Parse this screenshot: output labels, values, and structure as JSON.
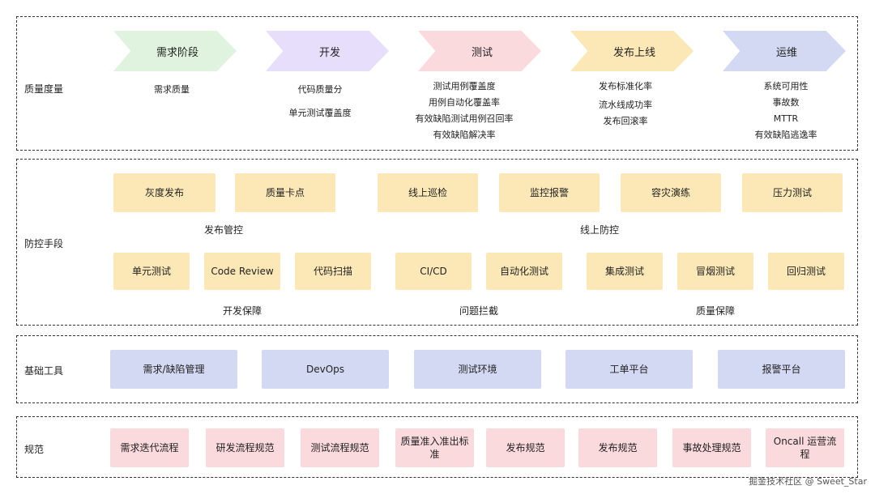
{
  "sections": {
    "quality": "质量度量",
    "prevention": "防控手段",
    "tools": "基础工具",
    "standards": "规范"
  },
  "colors": {
    "green": "#dff3df",
    "purple": "#e6defa",
    "pink": "#fbdade",
    "yellow": "#fbe8b6",
    "blue": "#d3d9f2"
  },
  "stages": [
    {
      "label": "需求阶段",
      "metrics": [
        "需求质量"
      ]
    },
    {
      "label": "开发",
      "metrics": [
        "代码质量分",
        "单元测试覆盖度"
      ]
    },
    {
      "label": "测试",
      "metrics": [
        "测试用例覆盖度",
        "用例自动化覆盖率",
        "有效缺陷测试用例召回率",
        "有效缺陷解决率"
      ]
    },
    {
      "label": "发布上线",
      "metrics": [
        "发布标准化率",
        "流水线成功率",
        "发布回滚率"
      ]
    },
    {
      "label": "运维",
      "metrics": [
        "系统可用性",
        "事故数",
        "MTTR",
        "有效缺陷逃逸率"
      ]
    }
  ],
  "prevention": {
    "row1": [
      "灰度发布",
      "质量卡点",
      "线上巡检",
      "监控报警",
      "容灾演练",
      "压力测试"
    ],
    "row1_groups": [
      "发布管控",
      "线上防控"
    ],
    "row2": [
      "单元测试",
      "Code Review",
      "代码扫描",
      "CI/CD",
      "自动化测试",
      "集成测试",
      "冒烟测试",
      "回归测试"
    ],
    "row2_groups": [
      "开发保障",
      "问题拦截",
      "质量保障"
    ]
  },
  "tools": [
    "需求/缺陷管理",
    "DevOps",
    "测试环境",
    "工单平台",
    "报警平台"
  ],
  "standards": [
    "需求迭代流程",
    "研发流程规范",
    "测试流程规范",
    "质量准入准出标准",
    "发布规范",
    "发布规范",
    "事故处理规范",
    "Oncall 运营流程"
  ],
  "watermark": "掘金技术社区 @ Sweet_Star"
}
